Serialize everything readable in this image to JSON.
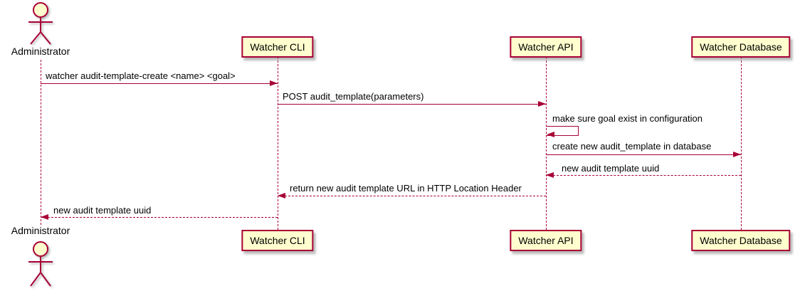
{
  "diagram": {
    "kind": "uml-sequence-diagram",
    "participants": [
      {
        "id": "administrator",
        "label": "Administrator",
        "type": "actor"
      },
      {
        "id": "watcher-cli",
        "label": "Watcher CLI",
        "type": "participant"
      },
      {
        "id": "watcher-api",
        "label": "Watcher API",
        "type": "participant"
      },
      {
        "id": "watcher-database",
        "label": "Watcher Database",
        "type": "participant"
      }
    ],
    "messages": [
      {
        "from": "Administrator",
        "to": "Watcher CLI",
        "label": "watcher audit-template-create <name> <goal>",
        "line": "solid",
        "self": false
      },
      {
        "from": "Watcher CLI",
        "to": "Watcher API",
        "label": "POST audit_template(parameters)",
        "line": "solid",
        "self": false
      },
      {
        "from": "Watcher API",
        "to": "Watcher API",
        "label": "make sure goal exist in configuration",
        "line": "solid",
        "self": true
      },
      {
        "from": "Watcher API",
        "to": "Watcher Database",
        "label": "create new audit_template in database",
        "line": "solid",
        "self": false
      },
      {
        "from": "Watcher Database",
        "to": "Watcher API",
        "label": "new audit template uuid",
        "line": "dashed",
        "self": false
      },
      {
        "from": "Watcher API",
        "to": "Watcher CLI",
        "label": "return new audit template URL in HTTP Location Header",
        "line": "dashed",
        "self": false
      },
      {
        "from": "Watcher CLI",
        "to": "Administrator",
        "label": "new audit template uuid",
        "line": "dashed",
        "self": false
      }
    ],
    "colors": {
      "participant_fill": "#FEFECE",
      "stroke": "#A80036",
      "text": "#000000",
      "background": "#FFFFFF"
    }
  }
}
